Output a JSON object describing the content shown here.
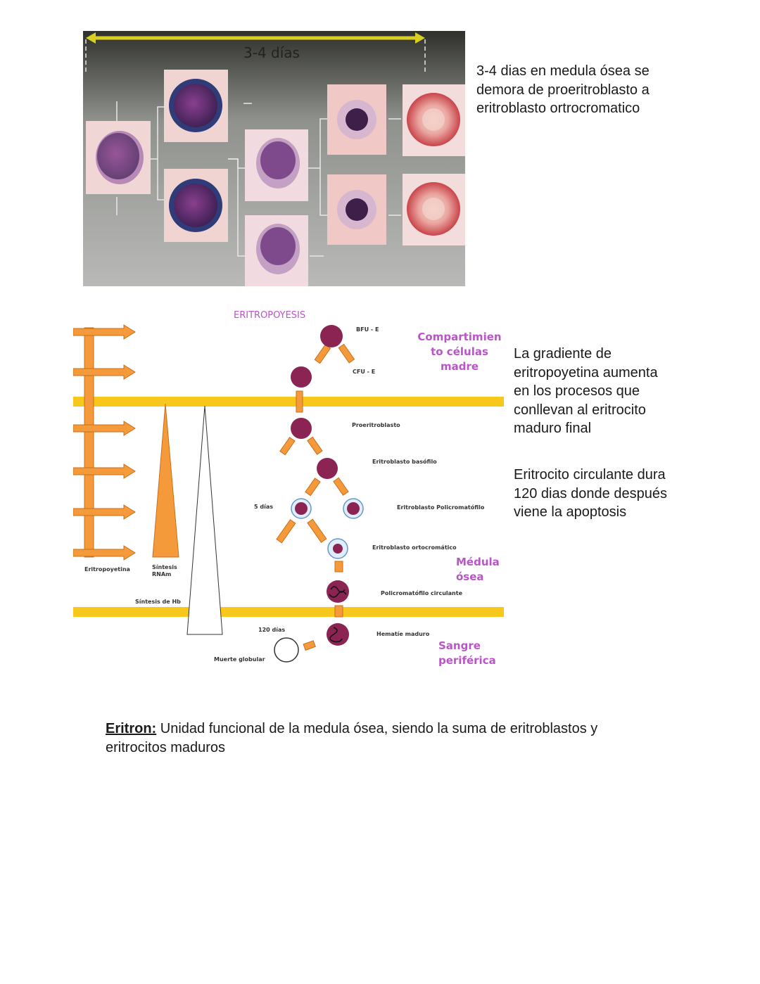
{
  "micrograph": {
    "duration_label": "3-4 días"
  },
  "notes": {
    "first": "3-4 dias en medula ósea se demora de proeritroblasto a eritroblasto ortrocromatico",
    "second": "La gradiente de eritropoyetina aumenta en los procesos que conllevan al eritrocito maduro final",
    "third": "Eritrocito circulante dura 120 dias donde después viene la apoptosis"
  },
  "diagram": {
    "title": "ERITROPOYESIS",
    "compartment_stem": "Compartimien to células madre",
    "compartment_marrow": "Médula ósea",
    "compartment_blood": "Sangre periférica",
    "bfu": "BFU - E",
    "cfu": "CFU - E",
    "proerythroblast": "Proeritroblasto",
    "basophilic": "Eritroblasto basófilo",
    "polychromatophilic": "Eritroblasto Policromatófilo",
    "orthochromatic": "Eritroblasto ortocromático",
    "circulating_poly": "Policromatófilo circulante",
    "mature": "Hematíe maduro",
    "five_days": "5 días",
    "one_twenty_days": "120 días",
    "death": "Muerte globular",
    "epo": "Eritropoyetina",
    "rna_synthesis": "Síntesis RNAm",
    "hb_synthesis": "Síntesis de Hb"
  },
  "footer": {
    "term": "Eritron:",
    "definition": "Unidad funcional de la medula ósea, siendo la suma de eritroblastos y eritrocitos maduros"
  }
}
